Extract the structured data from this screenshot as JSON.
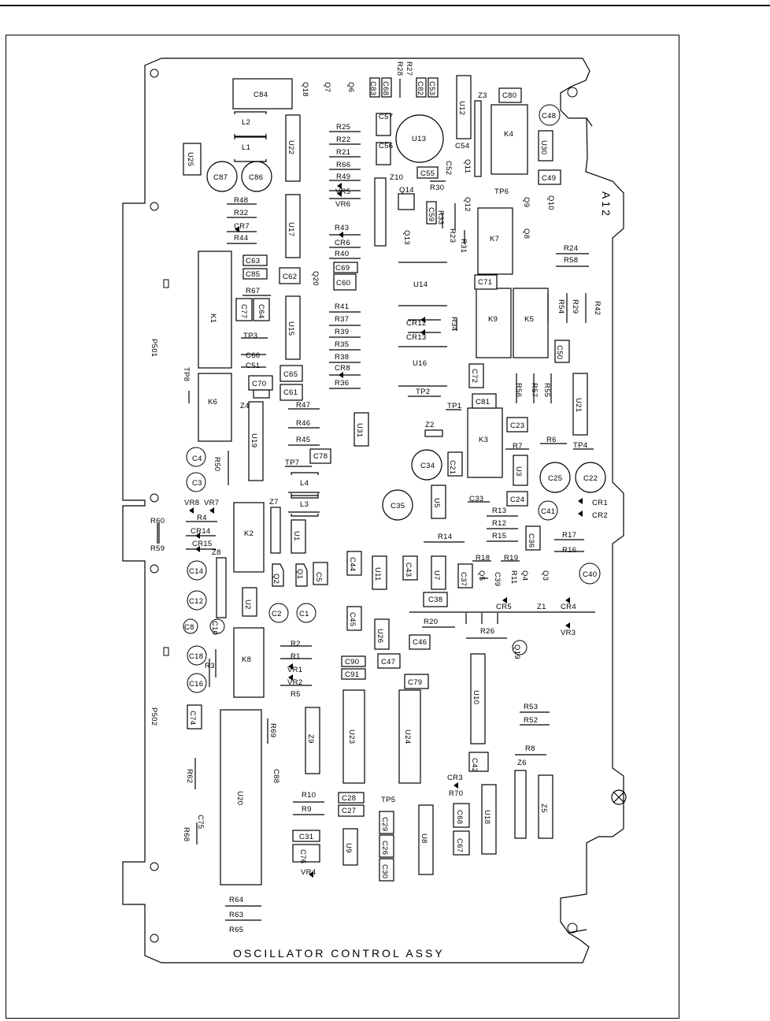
{
  "board": {
    "assembly_title": "OSCILLATOR CONTROL ASSY",
    "board_id": "A12",
    "connectors": [
      "P501",
      "P502"
    ],
    "test_point_marker": "TP8"
  },
  "components": {
    "C84": "C84",
    "L2": "L2",
    "L1": "L1",
    "U25": "U25",
    "C87": "C87",
    "C86": "C86",
    "U22": "U22",
    "Q18": "Q18",
    "Q7": "Q7",
    "Q6": "Q6",
    "C83": "C83",
    "C68": "C68",
    "C82": "C82",
    "C53": "C53",
    "R27": "R27",
    "R28": "R28",
    "U12": "U12",
    "Z3": "Z3",
    "C80": "C80",
    "C48": "C48",
    "K4": "K4",
    "U30": "U30",
    "C54": "C54",
    "C52": "C52",
    "Q11": "Q11",
    "C49": "C49",
    "C57": "C57",
    "U13": "U13",
    "C56": "C56",
    "C55": "C55",
    "R25": "R25",
    "R22": "R22",
    "R21": "R21",
    "R66": "R66",
    "R49": "R49",
    "VR5": "VR5",
    "VR6": "VR6",
    "Z10": "Z10",
    "Q14": "Q14",
    "R30": "R30",
    "Q12": "Q12",
    "TP6": "TP6",
    "Q9": "Q9",
    "Q10": "Q10",
    "C59": "C59",
    "R33": "R33",
    "R48": "R48",
    "R32": "R32",
    "CR7": "CR7",
    "R44": "R44",
    "U17": "U17",
    "R43": "R43",
    "CR6": "CR6",
    "R40": "R40",
    "Q13": "Q13",
    "R23": "R23",
    "R31": "R31",
    "K7": "K7",
    "Q8": "Q8",
    "R24": "R24",
    "R58": "R58",
    "C63": "C63",
    "C85": "C85",
    "C62": "C62",
    "Q20": "Q20",
    "C69": "C69",
    "C60": "C60",
    "U14": "U14",
    "C71": "C71",
    "K1": "K1",
    "R67": "R67",
    "C77": "C77",
    "C64": "C64",
    "U15": "U15",
    "R41": "R41",
    "R37": "R37",
    "R39": "R39",
    "R35": "R35",
    "R38": "R38",
    "CR8": "CR8",
    "R36": "R36",
    "CR12": "CR12",
    "CR13": "CR13",
    "R34": "R34",
    "K9": "K9",
    "K5": "K5",
    "R54": "R54",
    "R29": "R29",
    "R42": "R42",
    "TP3": "TP3",
    "C66": "C66",
    "C51": "C51",
    "C65": "C65",
    "C70": "C70",
    "C61": "C61",
    "U16": "U16",
    "C72": "C72",
    "C50": "C50",
    "TP2": "TP2",
    "R56": "R56",
    "R57": "R57",
    "R55": "R55",
    "U21": "U21",
    "K6": "K6",
    "Z4": "Z4",
    "R47": "R47",
    "U31": "U31",
    "TP1": "TP1",
    "C81": "C81",
    "R46": "R46",
    "U19": "U19",
    "Z2": "Z2",
    "C23": "C23",
    "R45": "R45",
    "K3": "K3",
    "R6": "R6",
    "TP4": "TP4",
    "R7": "R7",
    "C4": "C4",
    "R50": "R50",
    "TP7": "TP7",
    "C78": "C78",
    "C34": "C34",
    "C21": "C21",
    "U3": "U3",
    "C25": "C25",
    "C22": "C22",
    "C3": "C3",
    "L4": "L4",
    "C35": "C35",
    "U5": "U5",
    "C33": "C33",
    "C24": "C24",
    "CR1": "CR1",
    "CR2": "CR2",
    "VR8": "VR8",
    "VR7": "VR7",
    "Z7": "Z7",
    "L3": "L3",
    "C41": "C41",
    "R4": "R4",
    "R13": "R13",
    "R60": "R60",
    "K2": "K2",
    "U1": "U1",
    "R12": "R12",
    "C36": "C36",
    "R17": "R17",
    "CR14": "CR14",
    "R14": "R14",
    "R15": "R15",
    "R59": "R59",
    "CR15": "CR15",
    "R16": "R16",
    "Z8": "Z8",
    "Q2": "Q2",
    "Q1": "Q1",
    "C5": "C5",
    "C44": "C44",
    "U11": "U11",
    "C43": "C43",
    "U7": "U7",
    "C37": "C37",
    "Q5": "Q5",
    "C39": "C39",
    "R11": "R11",
    "Q4": "Q4",
    "Q3": "Q3",
    "R18": "R18",
    "R19": "R19",
    "C40": "C40",
    "C14": "C14",
    "C38": "C38",
    "C12": "C12",
    "U2": "U2",
    "C2": "C2",
    "C1": "C1",
    "CR5": "CR5",
    "Z1": "Z1",
    "CR4": "CR4",
    "C8": "C8",
    "C10": "C10",
    "C45": "C45",
    "U26": "U26",
    "R20": "R20",
    "R26": "R26",
    "VR3": "VR3",
    "C46": "C46",
    "R2": "R2",
    "Q19": "Q19",
    "C18": "C18",
    "R3": "R3",
    "K8": "K8",
    "R1": "R1",
    "VR1": "VR1",
    "C90": "C90",
    "C47": "C47",
    "C16": "C16",
    "VR2": "VR2",
    "C91": "C91",
    "R5": "R5",
    "C79": "C79",
    "U10": "U10",
    "C74": "C74",
    "R69": "R69",
    "Z9": "Z9",
    "U23": "U23",
    "U24": "U24",
    "R53": "R53",
    "R52": "R52",
    "R8": "R8",
    "Z6": "Z6",
    "C42": "C42",
    "U20": "U20",
    "R62": "R62",
    "C88": "C88",
    "CR3": "CR3",
    "R70": "R70",
    "R10": "R10",
    "C28": "C28",
    "TP5": "TP5",
    "C68b": "C68",
    "U18": "U18",
    "Z5": "Z5",
    "R9": "R9",
    "C27": "C27",
    "C29": "C29",
    "U8": "U8",
    "C75": "C75",
    "R68": "R68",
    "C31": "C31",
    "U9": "U9",
    "C26": "C26",
    "C67": "C67",
    "C76": "C76",
    "C30": "C30",
    "VR4": "VR4",
    "R64": "R64",
    "R63": "R63",
    "R65": "R65"
  }
}
